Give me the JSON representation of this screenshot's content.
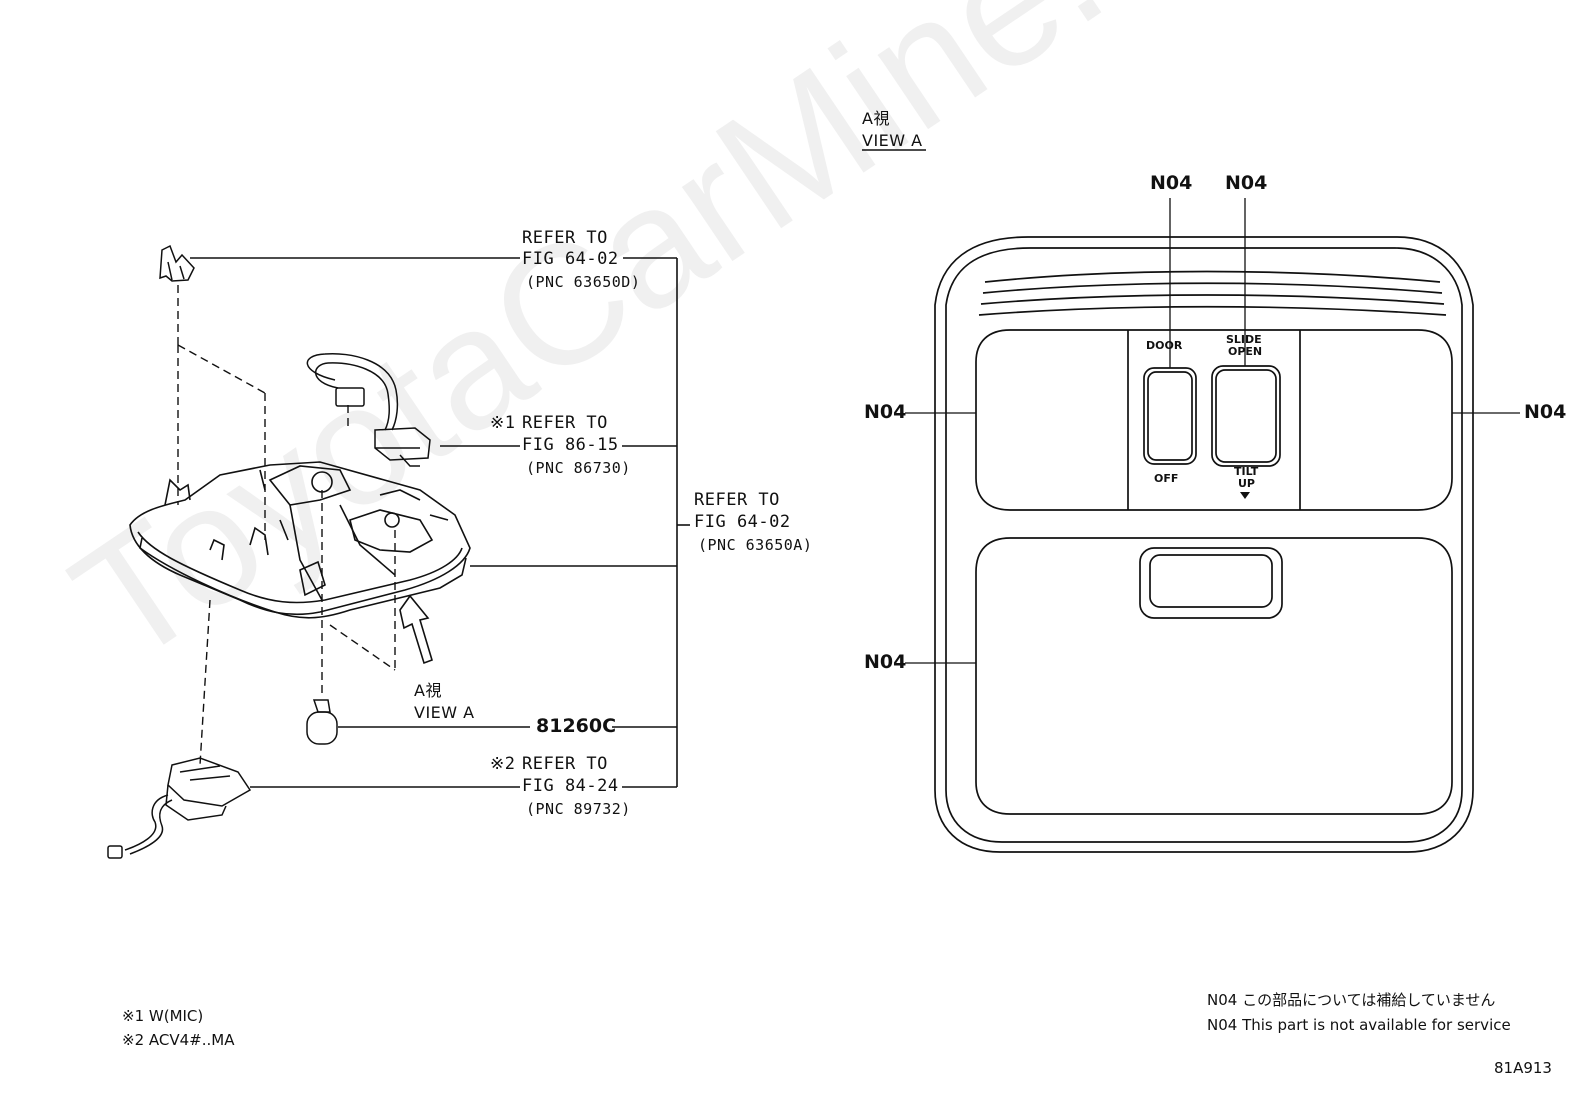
{
  "watermark": "ToyotaCarMine.ru",
  "left": {
    "callout_roof": {
      "refer": "REFER TO",
      "fig": "FIG 64-02",
      "pnc": "(PNC 63650D)"
    },
    "callout_mic": {
      "mark": "※1",
      "refer": "REFER TO",
      "fig": "FIG 86-15",
      "pnc": "(PNC 86730)"
    },
    "callout_lamp": {
      "refer": "REFER TO",
      "fig": "FIG 64-02",
      "pnc": "(PNC 63650A)"
    },
    "bulb_part": "81260C",
    "callout_sensor": {
      "mark": "※2",
      "refer": "REFER TO",
      "fig": "FIG 84-24",
      "pnc": "(PNC 89732)"
    },
    "view_arrow": {
      "jp": "A視",
      "en": "VIEW A"
    }
  },
  "right": {
    "view_title": {
      "jp": "A視",
      "en": "VIEW A"
    },
    "n04_labels": [
      "N04",
      "N04",
      "N04",
      "N04",
      "N04"
    ],
    "switch_texts": {
      "door": "DOOR",
      "off": "OFF",
      "slide": "SLIDE",
      "open": "OPEN",
      "tilt": "TILT",
      "up": "UP"
    }
  },
  "notes": {
    "note1": "※1 W(MIC)",
    "note2": "※2 ACV4#..MA",
    "n04_jp": "N04 この部品については補給していません",
    "n04_en": "N04 This part is not available for service",
    "code": "81A913"
  }
}
